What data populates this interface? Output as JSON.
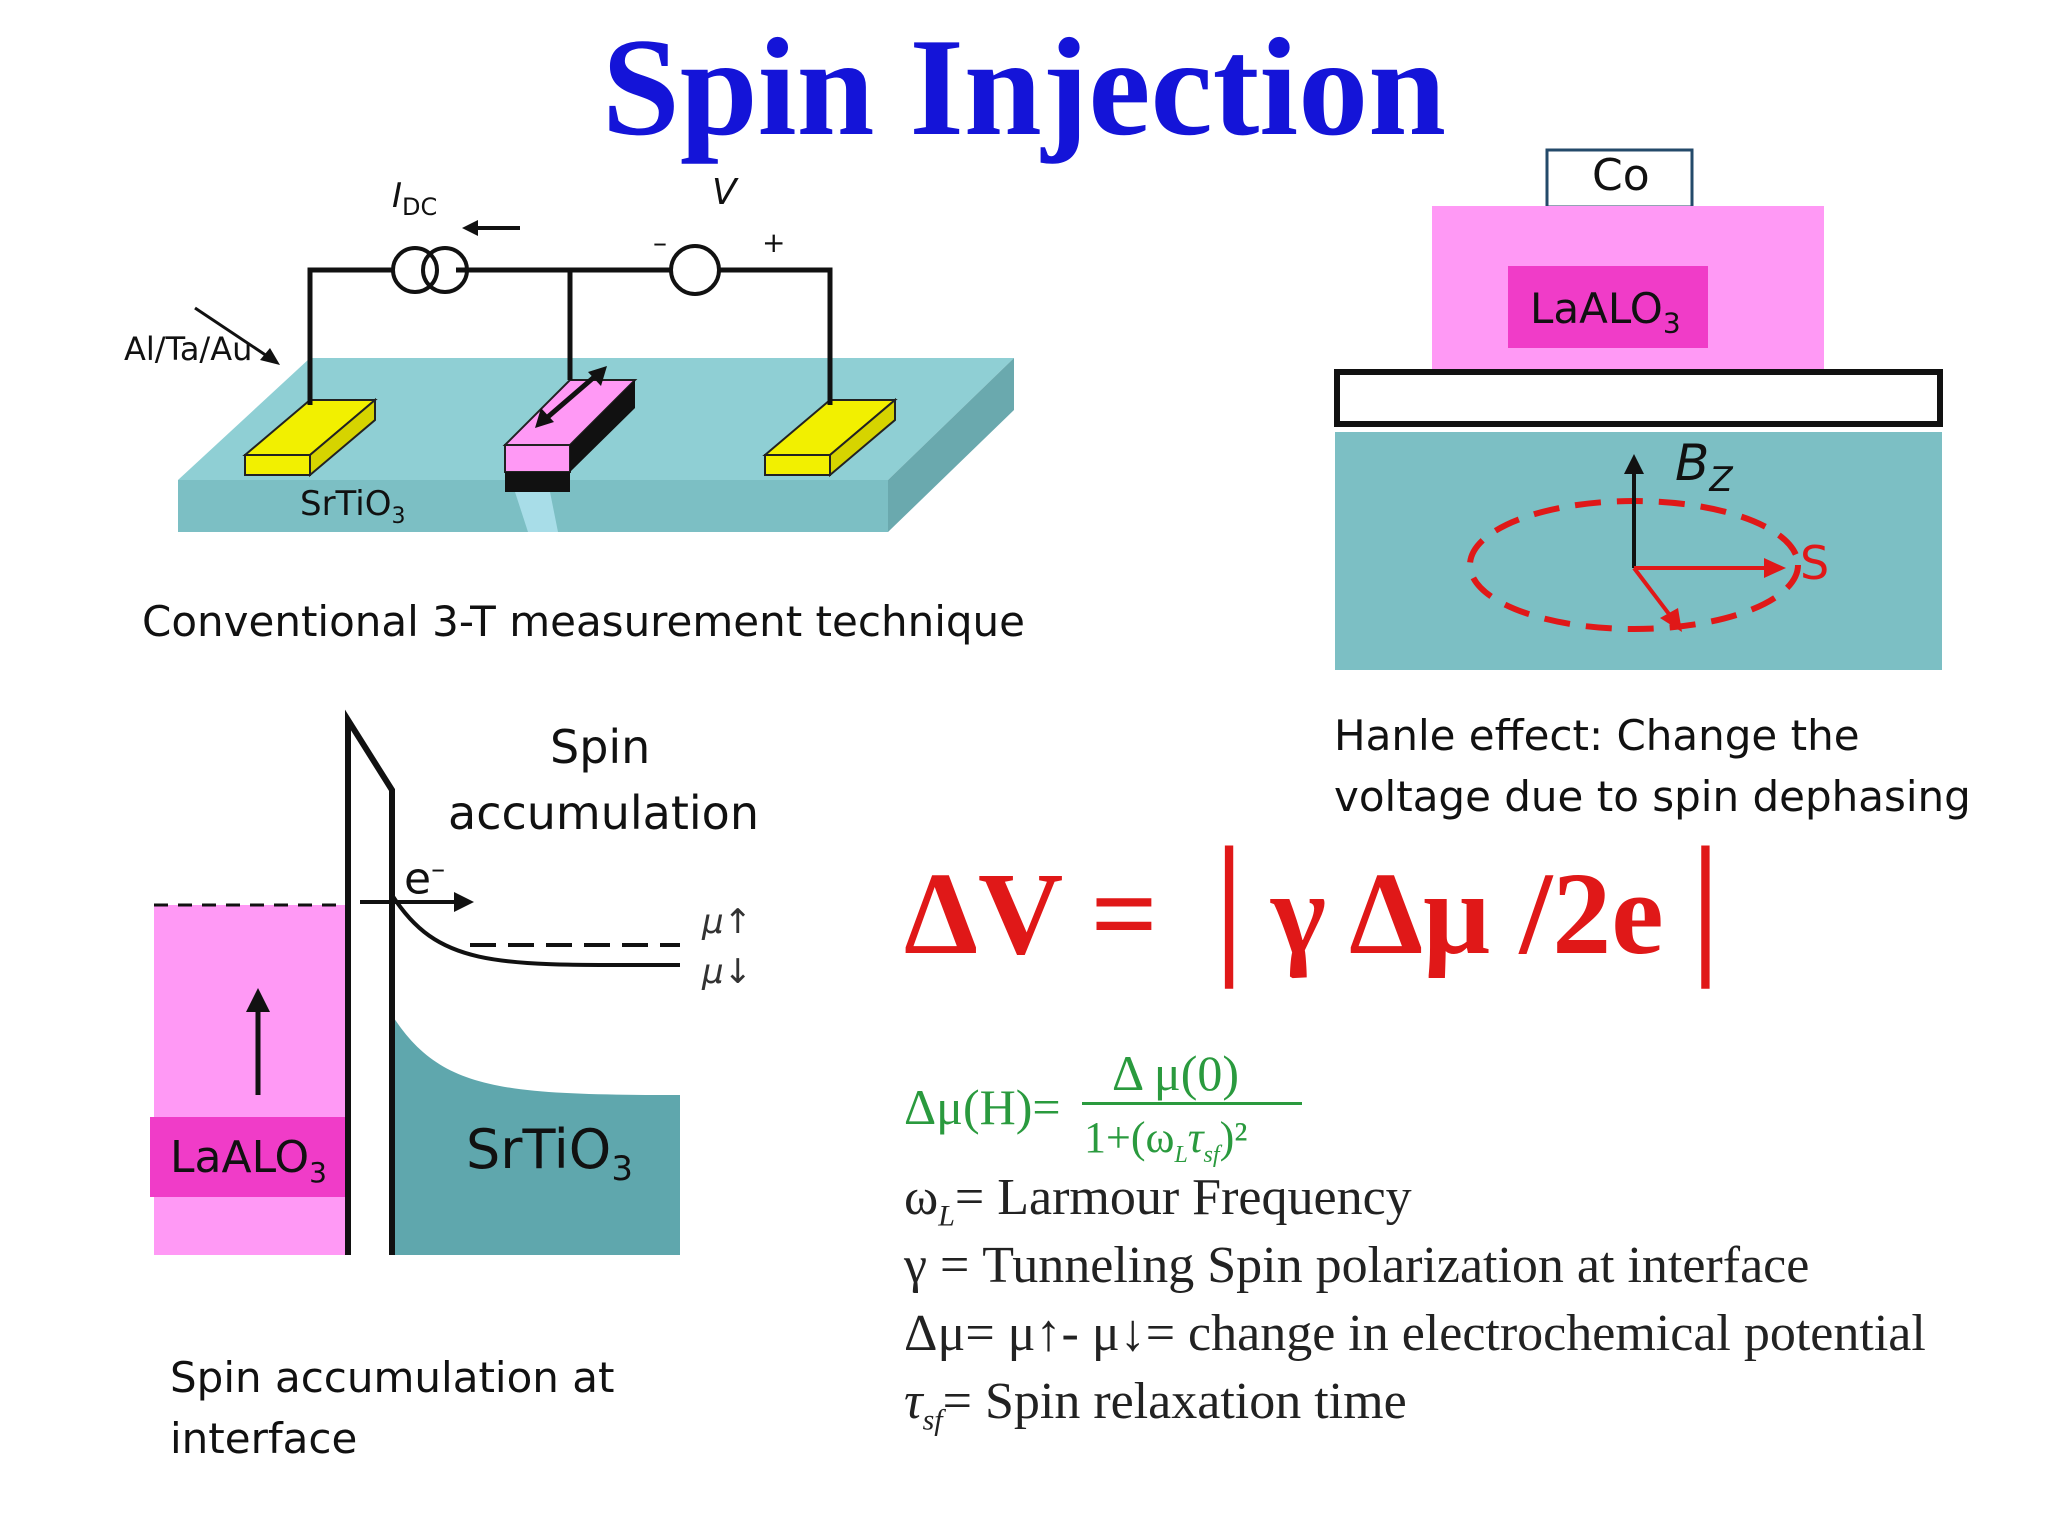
{
  "title": "Spin Injection",
  "panel_3t": {
    "caption": "Conventional  3-T measurement technique",
    "i_dc": "I",
    "i_dc_sub": "DC",
    "v_label": "V",
    "minus": "–",
    "plus": "+",
    "contact_label": "Al/Ta/Au",
    "substrate_label": "SrTiO",
    "substrate_sub": "3"
  },
  "panel_hanle": {
    "co_label": "Co",
    "layer_label": "LaALO",
    "layer_sub": "3",
    "b_label": "B",
    "b_sub": "Z",
    "s_label": "S",
    "caption_line1": "Hanle effect: Change the",
    "caption_line2": "voltage due to spin dephasing"
  },
  "panel_accum": {
    "spin_label": "Spin",
    "accum_label": "accumulation",
    "electron": "e",
    "electron_sup": "–",
    "mu_up": "μ↑",
    "mu_down": "μ↓",
    "left_label": "LaALO",
    "left_sub": "3",
    "right_label": "SrTiO",
    "right_sub": "3",
    "caption_line1": "Spin accumulation at",
    "caption_line2": "interface"
  },
  "equations": {
    "main": "ΔV = │γ Δμ /2e│",
    "mu_h_lhs": "Δμ(H)=",
    "mu_h_num": "Δ μ(0)",
    "mu_h_den": "1+(ω",
    "mu_h_den_sub": "L",
    "mu_h_den_tau": "τ",
    "mu_h_den_tau_sub": "sf",
    "mu_h_den_close": ")²",
    "def_omega_sym": "ω",
    "def_omega_sub": "L",
    "def_omega": "= Larmour  Frequency",
    "def_gamma_sym": "γ",
    "def_gamma": "  = Tunneling Spin polarization at interface",
    "def_dmu": "Δμ= μ↑- μ↓= change in electrochemical potential",
    "def_tau_sym": "τ",
    "def_tau_sub": "sf",
    "def_tau": "= Spin relaxation time"
  },
  "colors": {
    "title": "#1414d8",
    "equation_red": "#e01818",
    "equation_green": "#2a9a3e",
    "substrate_teal": "#7cbfc4",
    "layer_pink": "#ff99f5",
    "label_magenta": "#f03cc8",
    "contact_yellow": "#f2f000"
  }
}
